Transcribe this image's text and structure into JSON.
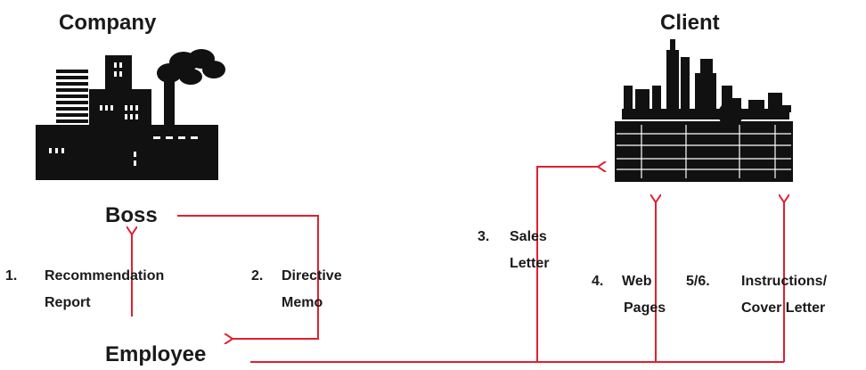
{
  "titles": {
    "company": "Company",
    "client": "Client"
  },
  "nodes": {
    "boss": "Boss",
    "employee": "Employee"
  },
  "documents": {
    "d1": {
      "num": "1.",
      "line1": "Recommendation",
      "line2": "Report"
    },
    "d2": {
      "num": "2.",
      "line1": "Directive",
      "line2": "Memo"
    },
    "d3": {
      "num": "3.",
      "line1": "Sales",
      "line2": "Letter"
    },
    "d4": {
      "num": "4.",
      "line1": "Web",
      "line2": "Pages"
    },
    "d56": {
      "num": "5/6.",
      "line1": "Instructions/",
      "line2": "Cover Letter"
    }
  },
  "icons": {
    "company": "factory-buildings-icon",
    "client": "refinery-plant-icon"
  },
  "colors": {
    "arrow": "#e0202f",
    "silhouette": "#111111",
    "text": "#1a1a1a"
  }
}
